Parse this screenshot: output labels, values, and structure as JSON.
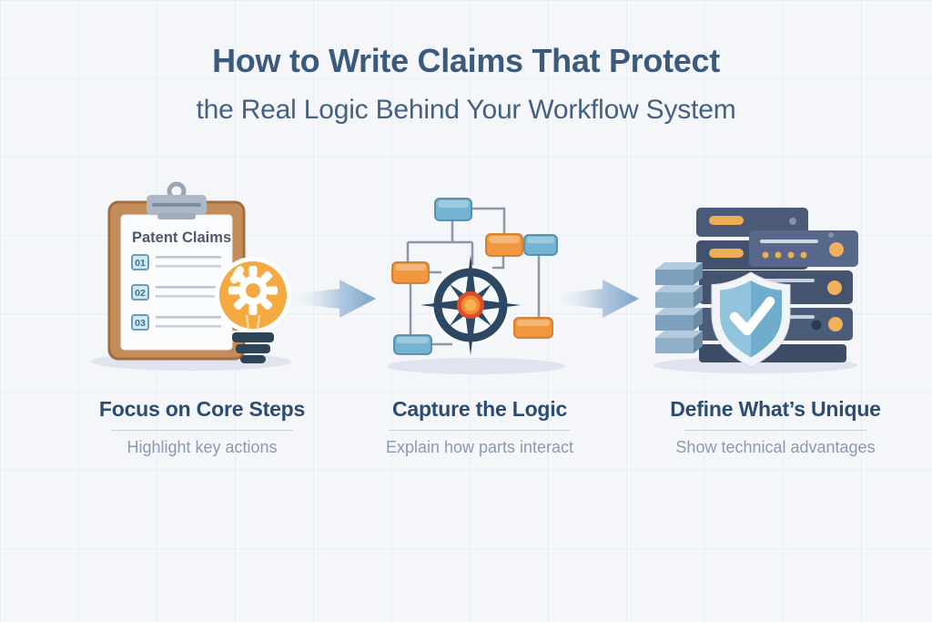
{
  "title": {
    "line1": "How to Write Claims That Protect",
    "line2": "the Real Logic Behind Your Workflow System"
  },
  "steps": [
    {
      "heading": "Focus on Core Steps",
      "subheading": "Highlight key actions",
      "illustration": "clipboard-with-lightbulb-gear",
      "clipboard": {
        "title": "Patent Claims",
        "item_numbers": [
          "01",
          "02",
          "03"
        ]
      }
    },
    {
      "heading": "Capture the Logic",
      "subheading": "Explain how parts interact",
      "illustration": "flowchart-with-compass"
    },
    {
      "heading": "Define What’s Unique",
      "subheading": "Show technical advantages",
      "illustration": "server-stack-with-shield-check"
    }
  ],
  "icons": [
    "clipboard-icon",
    "lightbulb-gear-icon",
    "flowchart-icon",
    "compass-icon",
    "server-stack-icon",
    "shield-check-icon",
    "arrow-right-icon"
  ],
  "colors": {
    "background": "#f5f6fa",
    "title_text": "#3b5a7c",
    "caption_heading": "#2c4c72",
    "caption_subtext": "#8b99ae",
    "clipboard_brown": "#c48c58",
    "accent_orange": "#f0973f",
    "accent_blue": "#74b4d2",
    "navy": "#2d4a66",
    "bulb_amber": "#f4aa40",
    "server_slate": "#4a5a77",
    "shield_blue": "#6fadcc",
    "arrow_blue": "#7ba3c9",
    "shadow": "#e0e4ee"
  }
}
